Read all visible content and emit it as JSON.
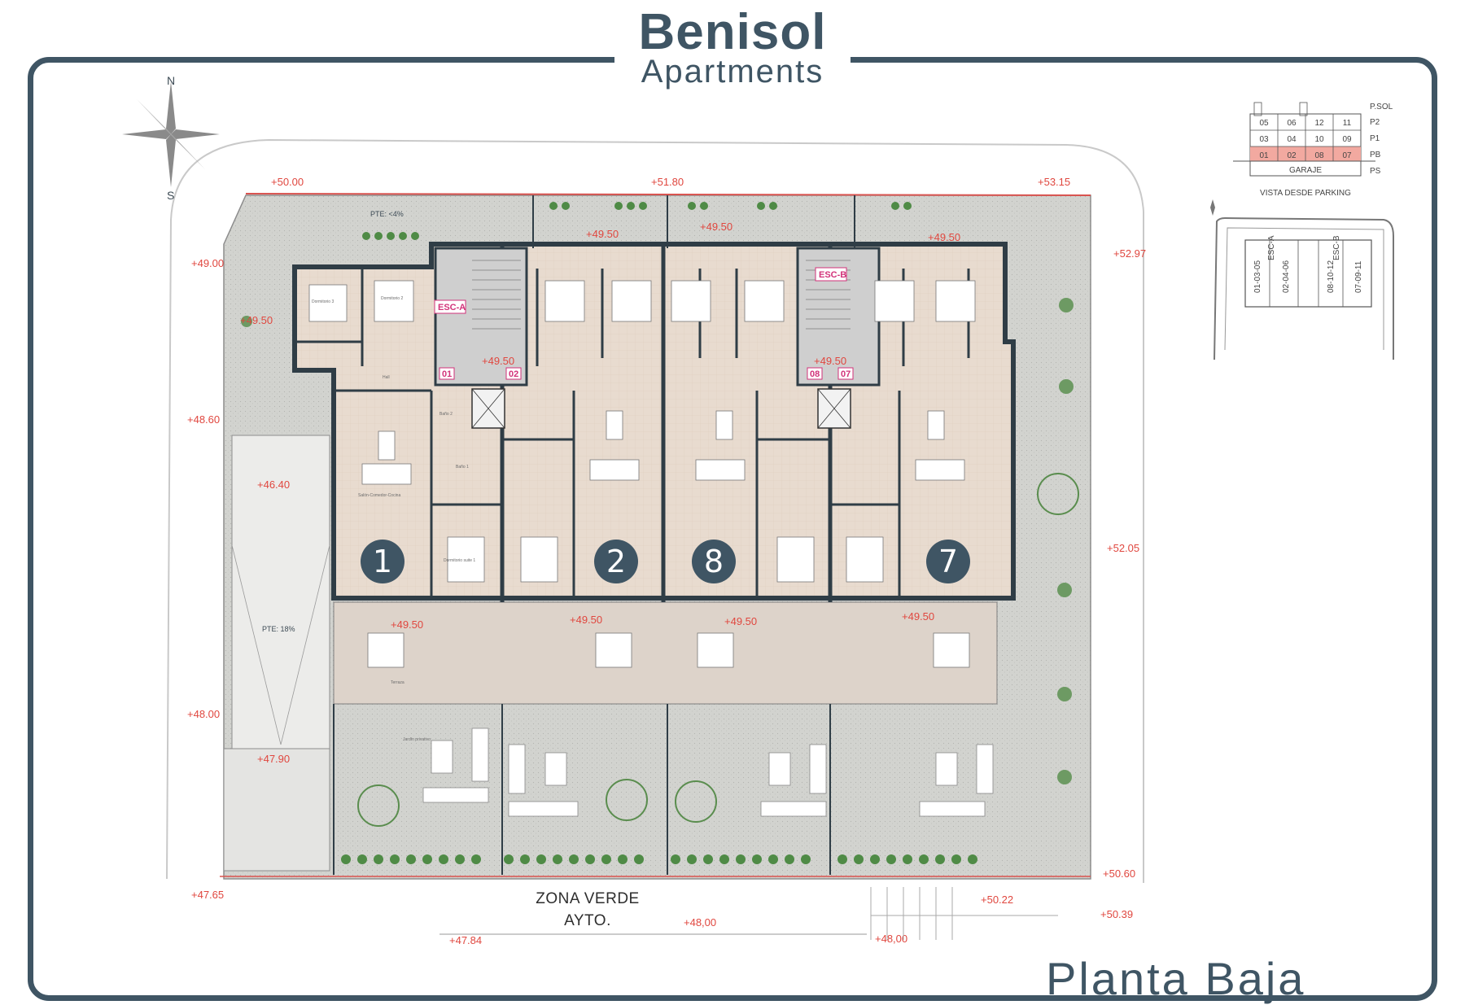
{
  "header": {
    "title": "Benisol",
    "subtitle": "Apartments"
  },
  "footer": {
    "plan_label": "Planta Baja"
  },
  "compass": {
    "north": "N",
    "south": "S"
  },
  "elevations": {
    "e1": "+50.00",
    "e2": "+51.80",
    "e3": "+53.15",
    "e4": "+49.00",
    "e5": "+52.97",
    "e6": "+48.60",
    "e7": "+46.40",
    "e8": "+52.05",
    "e9": "+48.00",
    "e10": "+47.90",
    "e11": "+47.65",
    "e12": "+50.60",
    "e13": "+50.22",
    "e14": "+50.39",
    "e15": "+48,00",
    "e16": "+48,00",
    "e17": "+47.84",
    "e18": "+49.50"
  },
  "slopes": {
    "top": "PTE: <4%",
    "ramp": "PTE: 18%"
  },
  "stairs": {
    "a": "ESC-A",
    "b": "ESC-B"
  },
  "doors": [
    "01",
    "02",
    "08",
    "07"
  ],
  "units": [
    "1",
    "2",
    "8",
    "7"
  ],
  "green_zone": {
    "line1": "ZONA VERDE",
    "line2": "AYTO."
  },
  "room_labels": {
    "dorm2": "Dormitorio 2",
    "dorm3": "Dormitorio 3",
    "suite": "Dormitorio suite 1",
    "salon": "Salón-Comedor-Cocina",
    "terraza": "Terraza",
    "jardin": "Jardín privativo",
    "hall": "Hall",
    "bano1": "Baño 1",
    "bano2": "Baño 2"
  },
  "legend": {
    "rows": [
      [
        "05",
        "06",
        "12",
        "11"
      ],
      [
        "03",
        "04",
        "10",
        "09"
      ],
      [
        "01",
        "02",
        "08",
        "07"
      ]
    ],
    "floors": [
      "P.SOL",
      "P2",
      "P1",
      "PB",
      "PS"
    ],
    "garage": "GARAJE",
    "caption": "VISTA DESDE PARKING"
  },
  "keyplan": {
    "labels": [
      "01-03-05",
      "02-04-06",
      "08-10-12",
      "07-09-11"
    ],
    "esc_a": "ESC-A",
    "esc_b": "ESC-B"
  },
  "colors": {
    "brand": "#3f5564",
    "elevation": "#e0473f",
    "highlight_row": "#f2a9a0",
    "floor": "#e6d6c8",
    "garden": "#cfd0cc"
  }
}
